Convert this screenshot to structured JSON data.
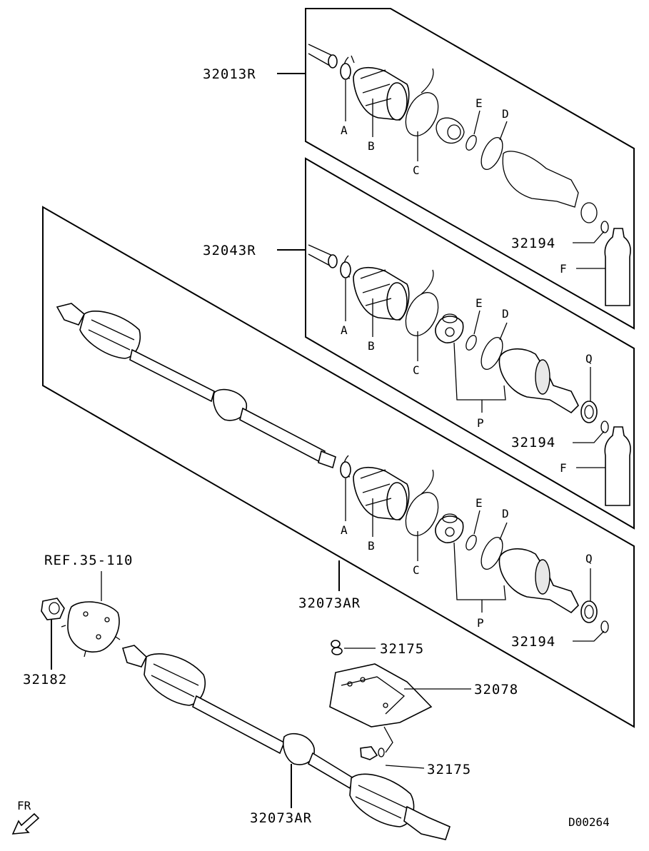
{
  "parts": {
    "p32013R": "32013R",
    "p32043R": "32043R",
    "p32073AR_box": "32073AR",
    "p32073AR_main": "32073AR",
    "p32194_1": "32194",
    "p32194_2": "32194",
    "p32194_3": "32194",
    "p32175_top": "32175",
    "p32175_bottom": "32175",
    "p32078": "32078",
    "p32182": "32182",
    "ref": "REF.35-110"
  },
  "letters": {
    "A": "A",
    "B": "B",
    "C": "C",
    "D": "D",
    "E": "E",
    "F": "F",
    "P": "P",
    "Q": "Q"
  },
  "direction": "FR",
  "diagram_code": "D00264"
}
